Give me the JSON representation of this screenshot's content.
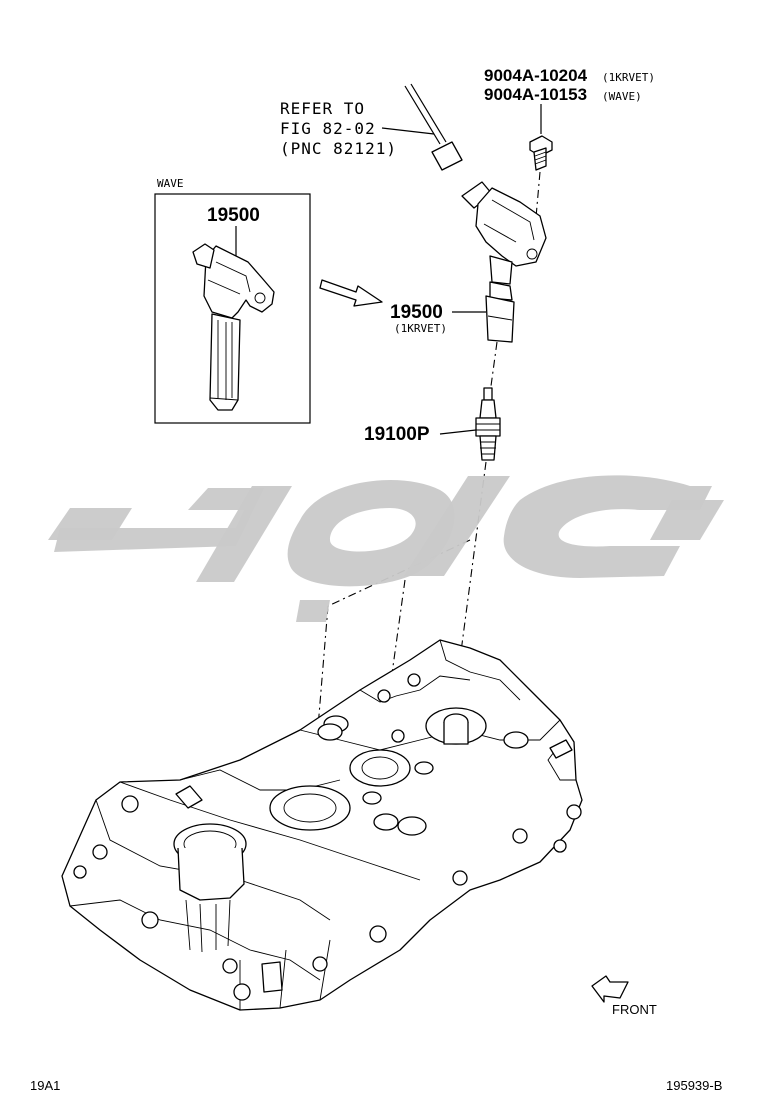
{
  "labels": {
    "bolt_pn_1": "9004A-10204",
    "bolt_pn_1_note": "(1KRVET)",
    "bolt_pn_2": "9004A-10153",
    "bolt_pn_2_note": "(WAVE)",
    "refer_line1": "REFER TO",
    "refer_line2": "FIG 82-02",
    "refer_line3": "(PNC 82121)",
    "inset_title": "WAVE",
    "inset_coil_pn": "19500",
    "coil_pn": "19500",
    "coil_pn_note": "(1KRVET)",
    "spark_plug_pn": "19100P",
    "front_label": "FRONT"
  },
  "footer": {
    "left_code": "19A1",
    "right_code": "195939-B"
  },
  "colors": {
    "ink": "#000000",
    "watermark": "#c9c9c9",
    "background": "#ffffff"
  }
}
